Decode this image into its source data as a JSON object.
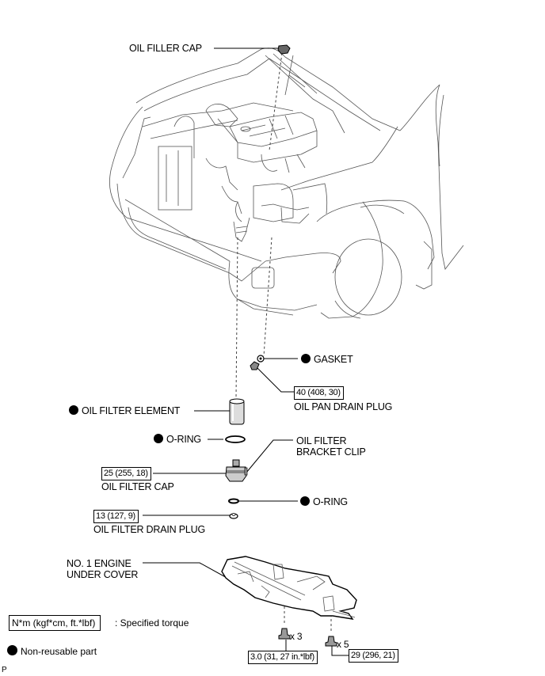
{
  "labels": {
    "oil_filler_cap": "OIL FILLER CAP",
    "gasket": "GASKET",
    "oil_pan_drain_plug": "OIL PAN DRAIN PLUG",
    "oil_filter_element": "OIL FILTER ELEMENT",
    "o_ring_upper": "O-RING",
    "oil_filter_bracket_clip_line1": "OIL FILTER",
    "oil_filter_bracket_clip_line2": "BRACKET CLIP",
    "oil_filter_cap": "OIL FILTER CAP",
    "o_ring_lower": "O-RING",
    "oil_filter_drain_plug": "OIL FILTER DRAIN PLUG",
    "under_cover_line1": "NO. 1 ENGINE",
    "under_cover_line2": "UNDER COVER"
  },
  "torques": {
    "oil_pan_drain_plug": "40 (408, 30)",
    "oil_filter_cap": "25 (255, 18)",
    "oil_filter_drain_plug": "13 (127, 9)",
    "under_cover_bolt_small": "3.0 (31, 27 in.*lbf)",
    "under_cover_bolt_large": "29 (296, 21)"
  },
  "quantities": {
    "bolt_small": "x 3",
    "bolt_large": "x 5"
  },
  "legend": {
    "torque_unit": "N*m (kgf*cm, ft.*lbf)",
    "torque_desc": ": Specified torque",
    "non_reusable": "Non-reusable part"
  },
  "footer": {
    "code": "P"
  }
}
